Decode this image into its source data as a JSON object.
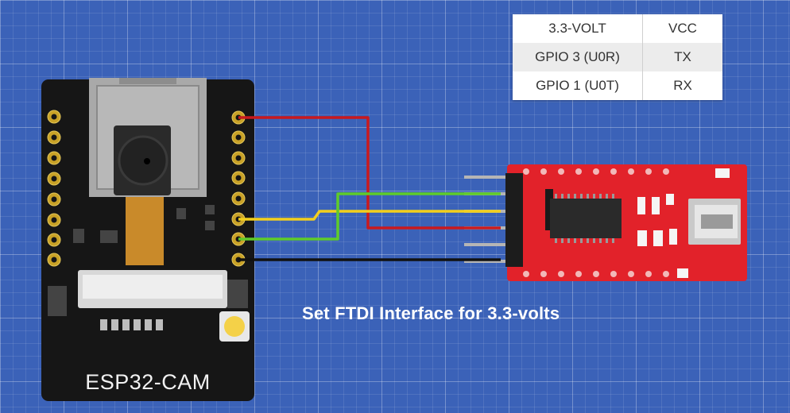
{
  "pin_table": [
    {
      "esp": "3.3-VOLT",
      "ftdi": "VCC"
    },
    {
      "esp": "GPIO 3 (U0R)",
      "ftdi": "TX"
    },
    {
      "esp": "GPIO 1 (U0T)",
      "ftdi": "RX"
    }
  ],
  "caption": "Set FTDI Interface for 3.3-volts",
  "board_label": "ESP32-CAM",
  "wire_colors": {
    "power": "#c8191e",
    "tx": "#f2cf1d",
    "rx": "#5fcb2a",
    "gnd": "#111111"
  }
}
